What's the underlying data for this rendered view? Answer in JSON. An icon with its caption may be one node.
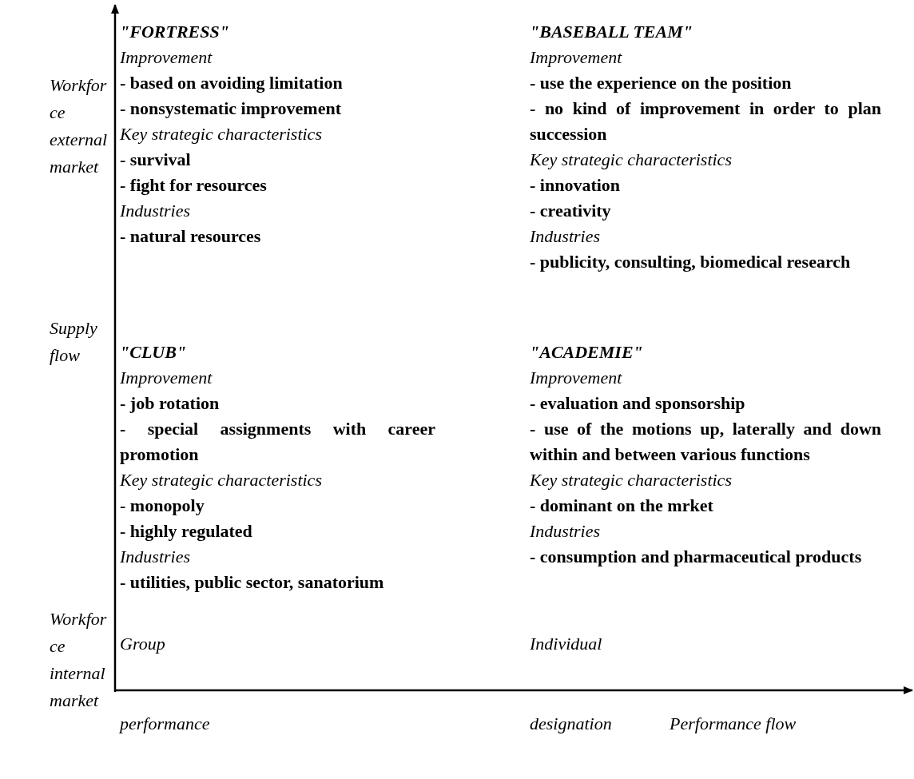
{
  "diagram": {
    "labels": [
      "Workforce external market",
      "\"FORTRESS\"",
      "Improvement",
      "- based on avoiding limitation",
      "- nonsystematic improvement",
      "Key strategic characteristics",
      "- survival",
      "- fight for resources",
      "Industries",
      "- natural resources",
      "\"BASEBALL TEAM\"",
      "Improvement",
      "- use the experience on the position",
      "- no kind of improvement in order to plan succession",
      "Key strategic characteristics",
      "- innovation",
      "- creativity",
      "Industries",
      "- publicity, consulting, biomedical research",
      "Supply flow",
      "\"CLUB\"",
      "Improvement",
      "- job rotation",
      "- special assignments with career promotion",
      "Key strategic characteristics",
      "- monopoly",
      "- highly regulated",
      "Industries",
      "- utilities, public sector, sanatorium",
      "\"ACADEMIE\"",
      "Improvement",
      "- evaluation and sponsorship",
      "- use of the motions up, laterally and down within and between various functions",
      "Key strategic characteristics",
      "- dominant on the mrket",
      "Industries",
      "- consumption and pharmaceutical products",
      "Workforce internal market",
      "Group",
      "Individual",
      "performance",
      "designation",
      "Performance flow"
    ]
  }
}
